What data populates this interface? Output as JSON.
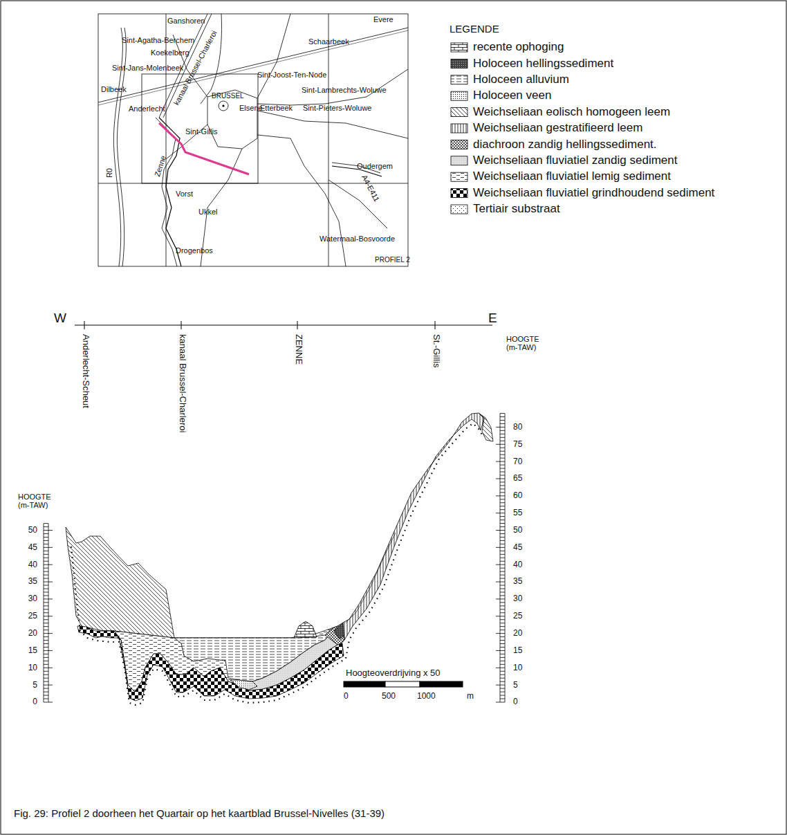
{
  "diagram": {
    "caption": "Fig. 29: Profiel 2 doorheen het Quartair op het kaartblad Brussel-Nivelles (31-39)",
    "labels": [
      "LEGENDE",
      "Ganshoren",
      "Evere",
      "Sint-Agatha-Berchem",
      "Koekelberg",
      "Schaarbeek",
      "Sint-Jans-Molenbeek",
      "Sint-Joost-Ten-Node",
      "Dilbeek",
      "BRUSSEL",
      "Sint-Lambrechts-Woluwe",
      "Anderlecht",
      "Etterbeek",
      "Sint-Pieters-Woluwe",
      "Elsene",
      "Sint-Gillis",
      "Oudergem",
      "Vorst",
      "Ukkel",
      "Watermaal-Bosvoorde",
      "Drogenbos",
      "R0",
      "Zenne",
      "kanaal Brussel-Charleroi",
      "A4-E411",
      "PROFIEL 2",
      "W",
      "E",
      "Anderlecht-Scheut",
      "kanaal Brussel-Charleroi",
      "ZENNE",
      "St.-Gillis",
      "HOOGTE (m-TAW)",
      "HOOGTE (m-TAW)",
      "Hoogteoverdrijving x 50",
      "0",
      "500",
      "1000",
      "m",
      "50",
      "45",
      "40",
      "35",
      "30",
      "25",
      "20",
      "15",
      "10",
      "5",
      "0",
      "80",
      "75",
      "70",
      "65",
      "60",
      "55",
      "50",
      "45",
      "40",
      "35",
      "30",
      "25",
      "20",
      "15",
      "10",
      "5",
      "0"
    ],
    "legend": [
      {
        "text": "recente ophoging"
      },
      {
        "text": "Holoceen hellingssediment"
      },
      {
        "text": "Holoceen alluvium"
      },
      {
        "text": "Holoceen veen"
      },
      {
        "text": "Weichseliaan eolisch homogeen leem"
      },
      {
        "text": "Weichseliaan gestratifieerd leem"
      },
      {
        "text": "diachroon zandig hellingssediment."
      },
      {
        "text": "Weichseliaan fluviatiel zandig sediment"
      },
      {
        "text": "Weichseliaan fluviatiel lemig sediment"
      },
      {
        "text": "Weichseliaan fluviatiel grindhoudend sediment"
      },
      {
        "text": "Tertiair substraat"
      }
    ]
  }
}
